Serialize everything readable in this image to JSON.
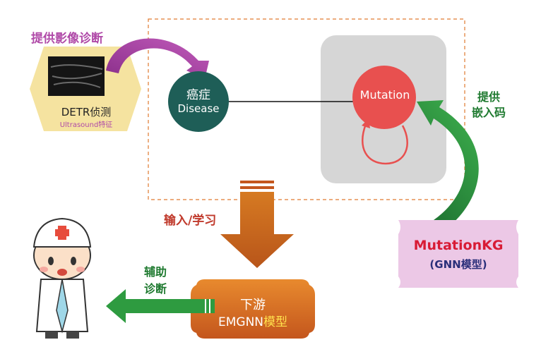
{
  "ultrasound_module": {
    "provide_label": "提供影像诊断",
    "title": "DETR侦测",
    "subtitle": "Ultrasound特征"
  },
  "disease_node": {
    "label_zh": "癌症",
    "label_en": "Disease"
  },
  "mutation_node": {
    "label": "Mutation"
  },
  "embedding_label": {
    "line1": "提供",
    "line2": "嵌入码"
  },
  "input_label": "输入/学习",
  "kg_module": {
    "title": "MutationKG",
    "subtitle": "(GNN模型)"
  },
  "assist_label": {
    "line1": "辅助",
    "line2": "诊断"
  },
  "downstream_module": {
    "title": "下游",
    "model_prefix": "EMGNN",
    "model_suffix": "模型"
  },
  "colors": {
    "disease_node": "#1e5e57",
    "mutation_node": "#e8504f",
    "hexagon": "#f5e3a0",
    "purple_arrow": "#a0409a",
    "green_arrow": "#2e9b40",
    "orange": "#d9782a",
    "kg_box": "#ecc8e6",
    "gray_panel": "#d6d6d6"
  }
}
